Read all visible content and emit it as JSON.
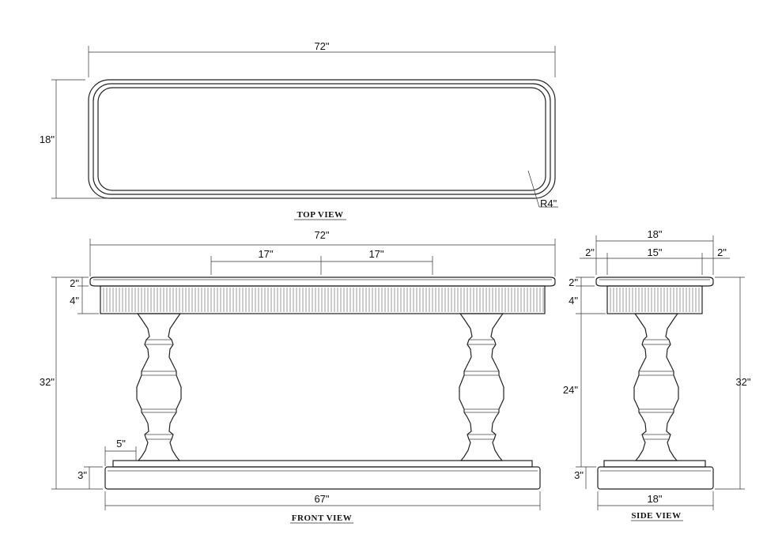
{
  "views": {
    "top": "TOP VIEW",
    "front": "FRONT VIEW",
    "side": "SIDE VIEW"
  },
  "dims": {
    "top_width": "72\"",
    "top_depth": "18\"",
    "top_radius": "R4\"",
    "front_width": "72\"",
    "front_spacing_left": "17\"",
    "front_spacing_right": "17\"",
    "front_top_thk": "2\"",
    "front_apron": "4\"",
    "front_height": "32\"",
    "front_plinth_offset": "5\"",
    "front_base_thk": "3\"",
    "front_base_width": "67\"",
    "side_width": "18\"",
    "side_left_overhang": "2\"",
    "side_inner": "15\"",
    "side_right_overhang": "2\"",
    "side_top_thk": "2\"",
    "side_apron": "4\"",
    "side_leg": "24\"",
    "side_height": "32\"",
    "side_base_thk": "3\"",
    "side_base_width": "18\""
  }
}
